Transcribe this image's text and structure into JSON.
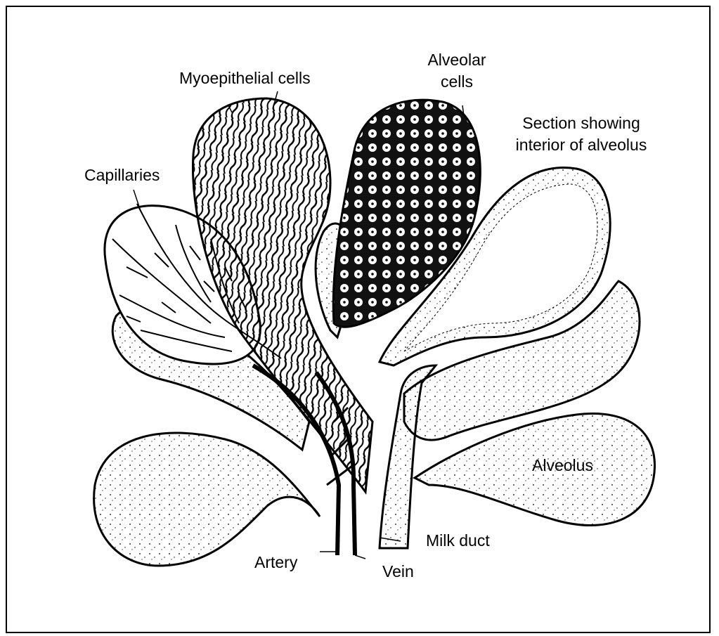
{
  "labels": {
    "myoepithelial": "Myoepithelial cells",
    "alveolar_line1": "Alveolar",
    "alveolar_line2": "cells",
    "section_line1": "Section showing",
    "section_line2": "interior of alveolus",
    "capillaries": "Capillaries",
    "alveolus": "Alveolus",
    "milk_duct": "Milk duct",
    "artery": "Artery",
    "vein": "Vein"
  },
  "colors": {
    "ink": "#000000",
    "paper": "#ffffff"
  }
}
